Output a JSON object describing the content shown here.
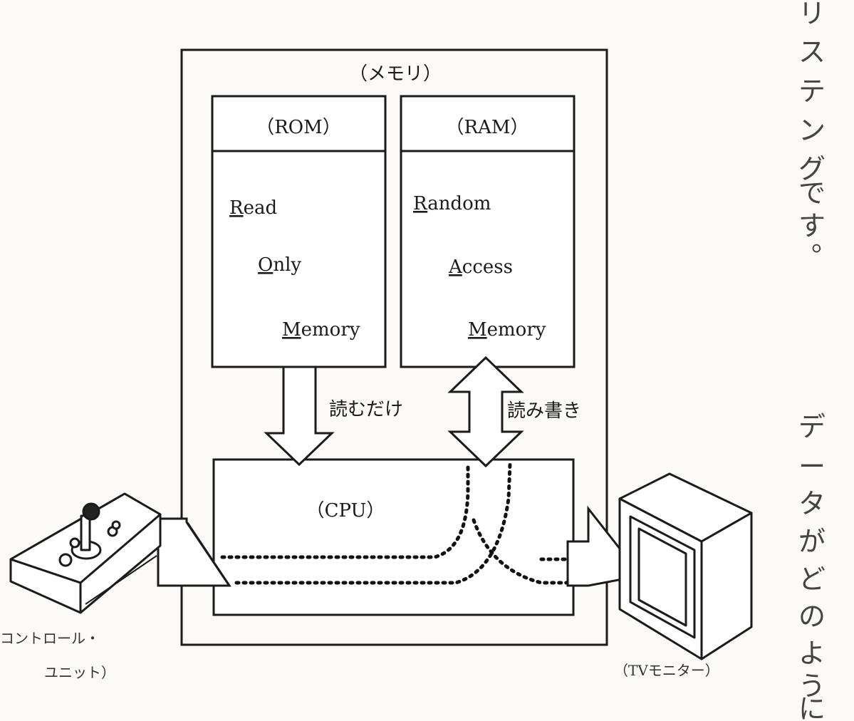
{
  "memory": {
    "label": "（メモリ）"
  },
  "rom": {
    "label": "（ROM）",
    "line1": {
      "first": "R",
      "rest": "ead"
    },
    "line2": {
      "first": "O",
      "rest": "nly"
    },
    "line3": {
      "first": "M",
      "rest": "emory"
    }
  },
  "ram": {
    "label": "（RAM）",
    "line1": {
      "first": "R",
      "rest": "andom"
    },
    "line2": {
      "first": "A",
      "rest": "ccess"
    },
    "line3": {
      "first": "M",
      "rest": "emory"
    }
  },
  "arrows": {
    "rom_to_cpu": "読むだけ",
    "ram_cpu": "読み書き"
  },
  "cpu": {
    "label": "（CPU）"
  },
  "controller": {
    "line1": "コントロール・",
    "line2": "ユニット）"
  },
  "monitor": {
    "label": "（TVモニター）"
  },
  "side_text": {
    "col1": [
      "リ",
      "ス",
      "テ",
      "ン",
      "グ",
      "で",
      "す",
      "。"
    ],
    "col2": [
      "デ",
      "ー",
      "タ",
      "が",
      "ど",
      "の",
      "よ",
      "う",
      "に"
    ]
  }
}
